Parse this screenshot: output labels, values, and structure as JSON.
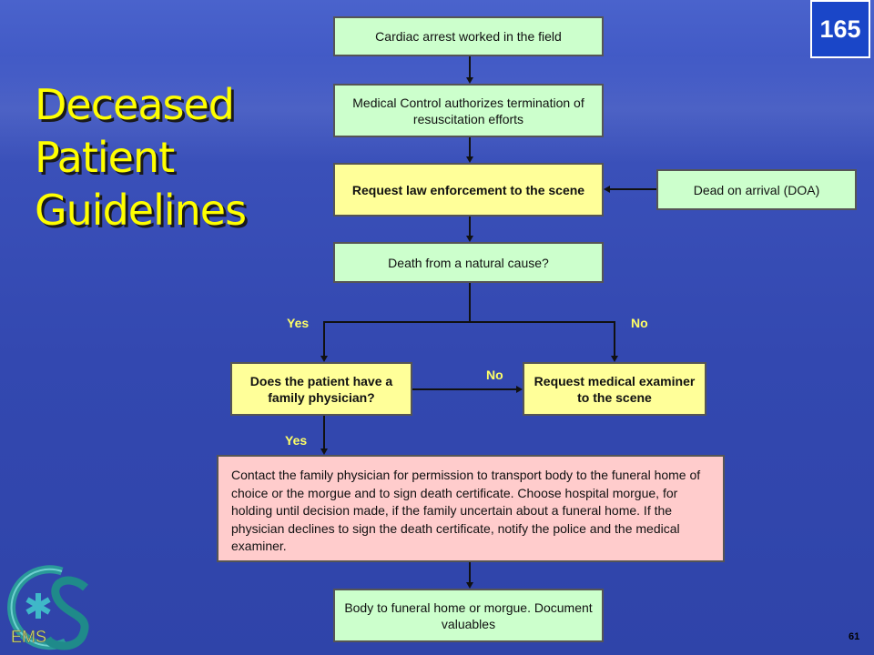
{
  "slide": {
    "title_lines": [
      "Deceased",
      "Patient",
      "Guidelines"
    ],
    "badge": "165",
    "page_number": "61"
  },
  "flowchart": {
    "nodes": {
      "cardiac_arrest": "Cardiac arrest worked in the field",
      "medical_control": "Medical Control authorizes termination of resuscitation efforts",
      "request_law": "Request law enforcement to the scene",
      "doa": "Dead on arrival (DOA)",
      "natural_cause": "Death from a natural cause?",
      "family_physician": "Does the patient have a family physician?",
      "medical_examiner": "Request medical examiner to the scene",
      "contact_physician": "Contact the family physician for permission to transport body to the funeral home of choice or the morgue and to sign death certificate. Choose hospital morgue, for holding until decision made, if the family uncertain about a funeral home.  If the physician declines to sign the death certificate, notify the police and the medical examiner.",
      "body_to_funeral": "Body to funeral home or morgue. Document valuables"
    },
    "labels": {
      "yes_natural": "Yes",
      "no_natural": "No",
      "no_physician": "No",
      "yes_physician": "Yes"
    }
  },
  "logo": {
    "text": "EMS",
    "colors": {
      "ring": "#2a9a9a",
      "s": "#1f8a8a",
      "star": "#3fb8c8"
    }
  }
}
